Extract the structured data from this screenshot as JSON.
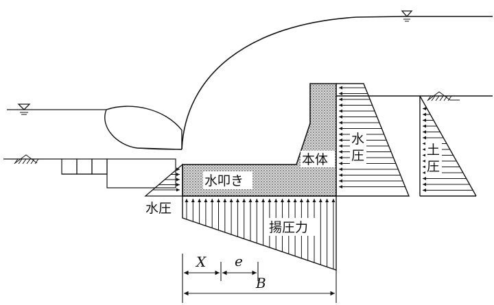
{
  "labels": {
    "body": "本体",
    "apron": "水叩き",
    "water_pressure_right": [
      "水",
      "圧"
    ],
    "earth_pressure": [
      "土",
      "圧"
    ],
    "water_pressure_left": "水圧",
    "uplift": "揚圧力",
    "dim_x": "X",
    "dim_e": "e",
    "dim_b": "B"
  },
  "icons": {
    "water_surface_marker": "inverted-triangle-water-level-icon",
    "ground_marker": "ground-hatch-icon"
  },
  "colors": {
    "line": "#111111",
    "hatch_fill": "#b8b8b8",
    "background": "#ffffff"
  }
}
